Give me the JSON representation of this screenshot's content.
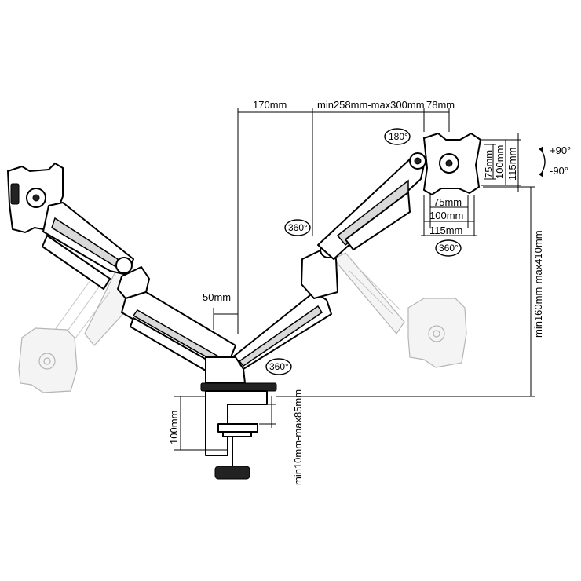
{
  "dimensions": {
    "d170": "170mm",
    "reach": "min258mm-max300mm",
    "d78": "78mm",
    "d50": "50mm",
    "v75": "75mm",
    "v100": "100mm",
    "v115": "115mm",
    "h75": "75mm",
    "h100": "100mm",
    "h115": "115mm",
    "height": "min160mm-max410mm",
    "clamp_height": "100mm",
    "desk_thickness": "min10mm-max85mm"
  },
  "rotations": {
    "rot180": "180°",
    "rot360_arm": "360°",
    "rot360_plate": "360°",
    "rot360_base": "360°",
    "tilt_up": "+90°",
    "tilt_down": "-90°"
  }
}
